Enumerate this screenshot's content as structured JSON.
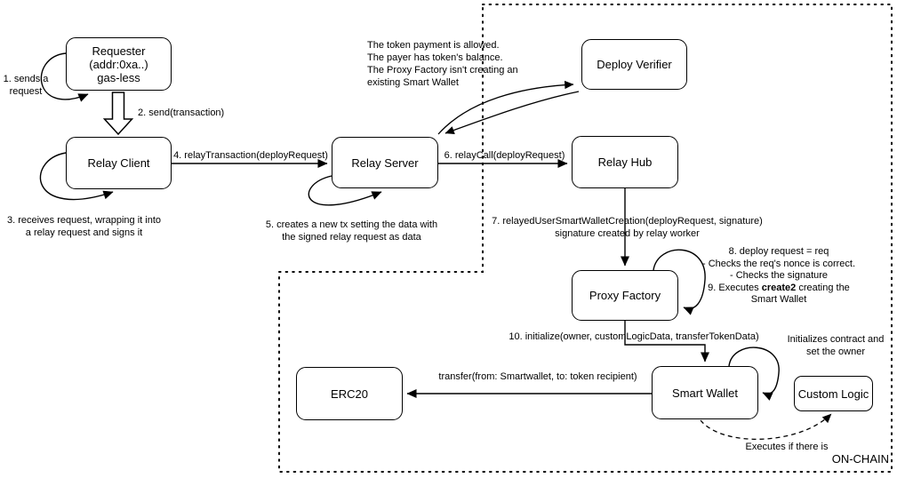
{
  "diagram": {
    "colors": {
      "background": "#ffffff",
      "line": "#000000"
    },
    "on_chain_label": "ON-CHAIN",
    "nodes": {
      "requester": "Requester\n(addr:0xa..)\ngas-less",
      "relay_client": "Relay Client",
      "relay_server": "Relay Server",
      "deploy_verifier": "Deploy Verifier",
      "relay_hub": "Relay Hub",
      "proxy_factory": "Proxy Factory",
      "smart_wallet": "Smart Wallet",
      "custom_logic": "Custom Logic",
      "erc20": "ERC20"
    },
    "labels": {
      "step1": "1. sends a\nrequest",
      "step2": "2. send(transaction)",
      "step3": "3. receives request, wrapping it into\na relay request and signs it",
      "step4": "4. relayTransaction(deployRequest)",
      "step5": "5. creates a new tx setting the data with\nthe signed relay request as data",
      "verifier_note": "The token payment is allowed.\nThe payer has token's balance.\nThe Proxy Factory isn't creating an\nexisting Smart Wallet",
      "step6": "6. relayCall(deployRequest)",
      "step7": "7. relayedUserSmartWalletCreation(deployRequest, signature)\nsignature created by relay worker",
      "factory_note_pre": "8. deploy request = req\n- Checks the req's nonce is correct.\n- Checks the signature\n9. Executes ",
      "factory_note_bold": "create2",
      "factory_note_post": " creating the\nSmart Wallet",
      "step10": "10. initialize(owner, customLogicData, transferTokenData)",
      "init_note": "Initializes contract and\nset the owner",
      "transfer": "transfer(from: Smartwallet, to: token recipient)",
      "executes_note": "Executes if there is"
    }
  }
}
